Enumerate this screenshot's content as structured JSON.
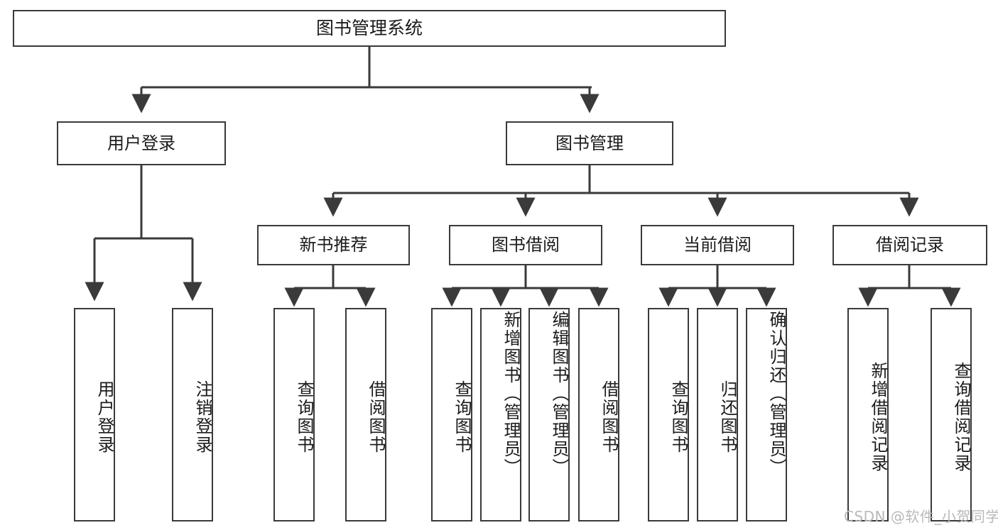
{
  "diagram": {
    "title": "图书管理系统",
    "root": {
      "label": "图书管理系统"
    },
    "level1": [
      {
        "label": "用户登录"
      },
      {
        "label": "图书管理"
      }
    ],
    "level2": [
      {
        "label": "新书推荐"
      },
      {
        "label": "图书借阅"
      },
      {
        "label": "当前借阅"
      },
      {
        "label": "借阅记录"
      }
    ],
    "leaves": {
      "user_login": [
        {
          "label": "用户登录"
        },
        {
          "label": "注销登录"
        }
      ],
      "new_book_recommend": [
        {
          "label": "查询图书"
        },
        {
          "label": "借阅图书"
        }
      ],
      "book_borrow": [
        {
          "label": "查询图书"
        },
        {
          "label": "新增图书（管理员）"
        },
        {
          "label": "编辑图书（管理员）"
        },
        {
          "label": "借阅图书"
        }
      ],
      "current_borrow": [
        {
          "label": "查询图书"
        },
        {
          "label": "归还图书"
        },
        {
          "label": "确认归还（管理员）"
        }
      ],
      "borrow_record": [
        {
          "label": "新增借阅记录"
        },
        {
          "label": "查询借阅记录"
        }
      ]
    }
  },
  "watermark": {
    "text": "CSDN @软件_小贺同学"
  },
  "colors": {
    "border": "#3a3a3a",
    "text": "#1b1b1b",
    "background": "#ffffff",
    "watermark": "#b9b9b9"
  }
}
